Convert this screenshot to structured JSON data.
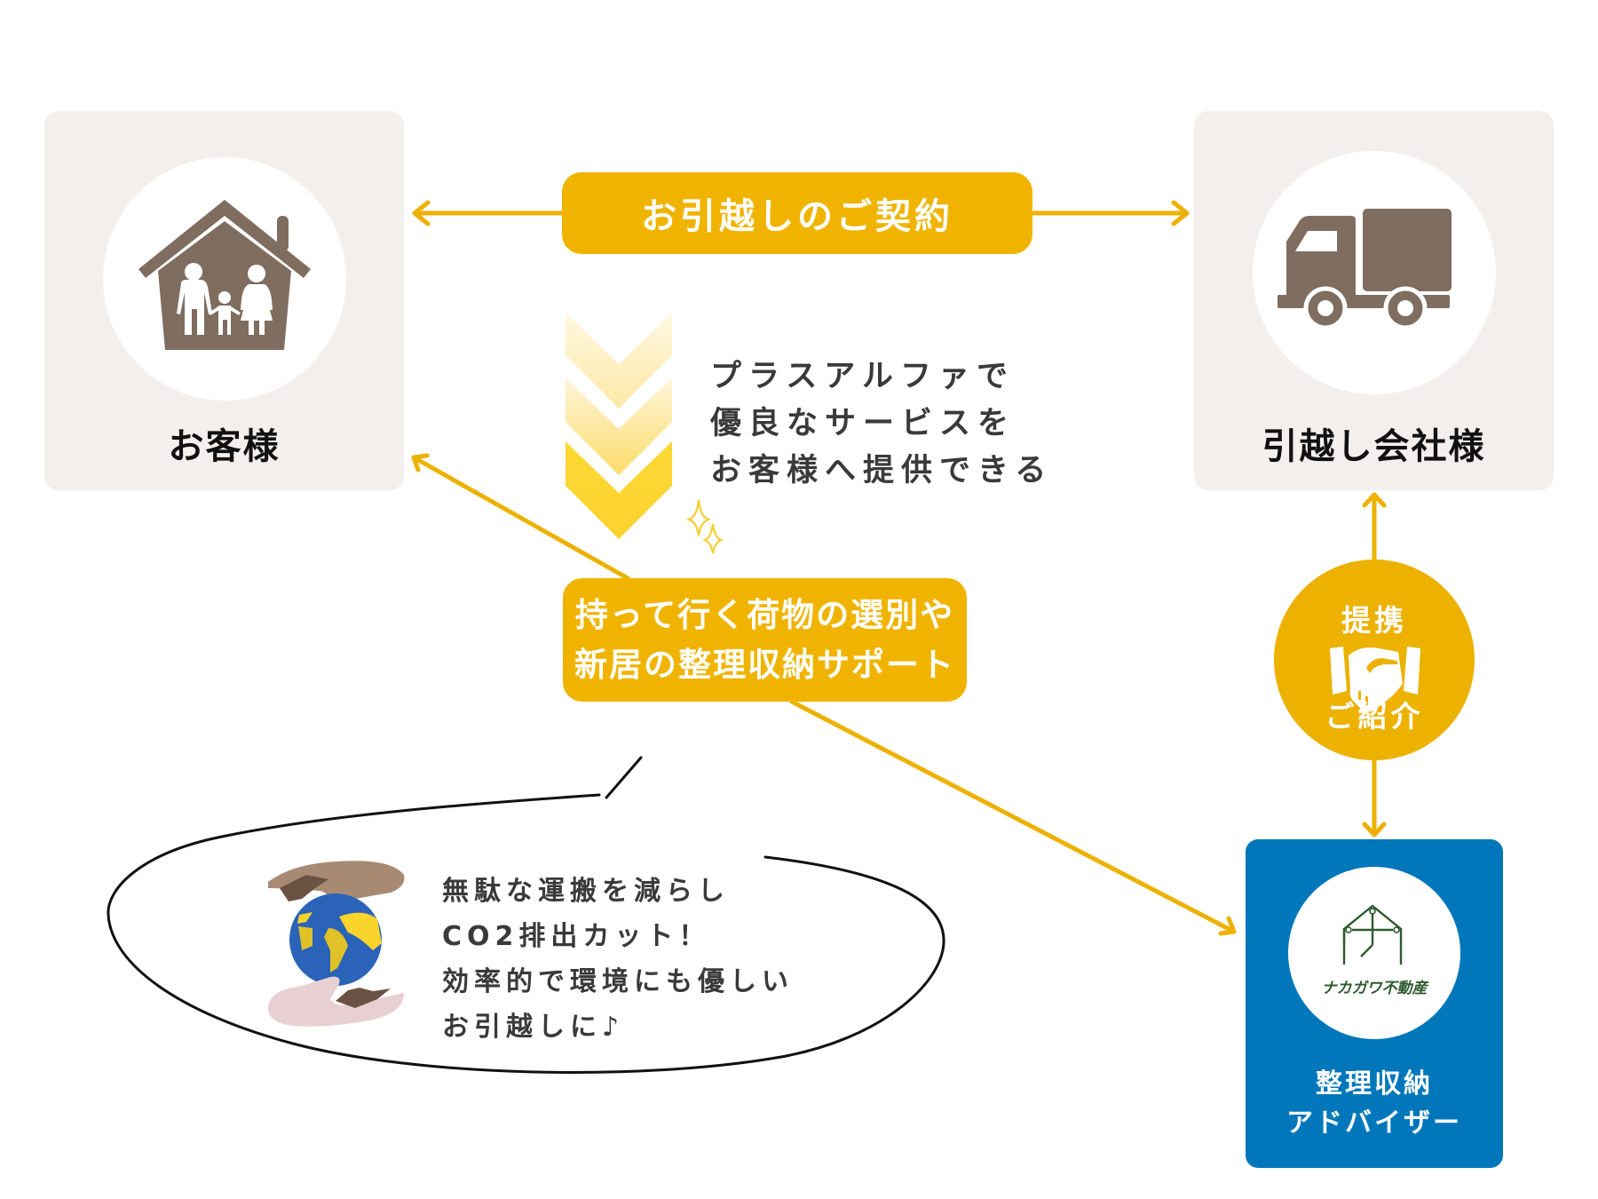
{
  "nodes": {
    "customer": {
      "label": "お客様",
      "icon": "house-family-icon"
    },
    "moving_company": {
      "label": "引越し会社様",
      "icon": "truck-icon"
    },
    "advisor": {
      "label_lines": [
        "整理収納",
        "アドバイザー"
      ],
      "logo_text": "ナカガワ不動産",
      "logo_icon": "nakagawa-house-logo-icon"
    }
  },
  "connections": {
    "contract": {
      "label": "お引越しのご契約",
      "direction": "bidirectional"
    },
    "support": {
      "lines": [
        "持って行く荷物の選別や",
        "新居の整理収納サポート"
      ]
    },
    "partnership": {
      "top": "提携",
      "bottom": "ご紹介",
      "icon": "handshake-icon"
    }
  },
  "benefit": {
    "lines": [
      "プラスアルファで",
      "優良なサービスを",
      "お客様へ提供できる"
    ],
    "icon": "triple-chevron-down-icon",
    "sparkle_icon": "sparkle-icon"
  },
  "eco_bubble": {
    "lines": [
      "無駄な運搬を減らし",
      "CO2排出カット！",
      "効率的で環境にも優しい",
      "お引越しに♪"
    ],
    "icon": "hands-holding-globe-icon"
  },
  "colors": {
    "accent_yellow": "#f0b400",
    "card_bg": "#f3efec",
    "icon_brown": "#7f6d60",
    "advisor_blue": "#0077bb",
    "logo_green": "#2d5a2e",
    "text_dark": "#3a3a3a"
  }
}
